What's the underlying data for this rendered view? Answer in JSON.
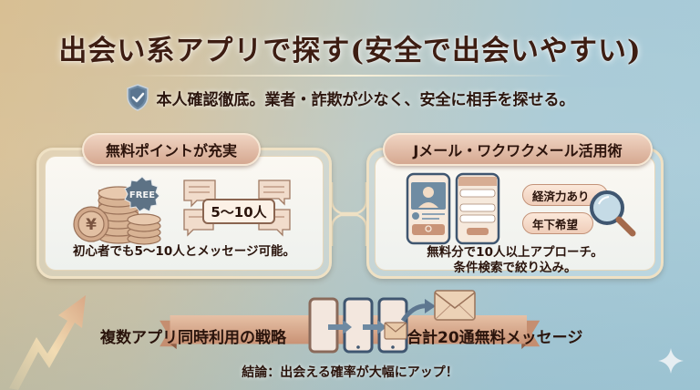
{
  "header": {
    "title": "出会い系アプリで探す(安全で出会いやすい)",
    "subtitle": "本人確認徹底。業者・詐欺が少なく、安全に相手を探せる。",
    "subtitle_icon": "shield-check-icon"
  },
  "panels": [
    {
      "heading": "無料ポイントが充実",
      "badge": "FREE",
      "coin_symbol": "¥",
      "bubble_label": "5〜10人",
      "caption": "初心者でも5〜10人とメッセージ可能。",
      "icons": [
        "coin-stack-icon",
        "free-badge-icon",
        "chat-bubbles-icon"
      ]
    },
    {
      "heading": "Jメール・ワクワクメール活用術",
      "tags": [
        "経済力あり",
        "年下希望"
      ],
      "caption_line1": "無料分で10人以上アプローチ。",
      "caption_line2": "条件検索で絞り込み。",
      "icons": [
        "phone-profile-icon",
        "phone-search-icon",
        "magnifier-icon"
      ]
    }
  ],
  "strategy": {
    "left_label": "複数アプリ同時利用の戦略",
    "right_label": "合計20通無料メッセージ",
    "icons": [
      "phone-icon",
      "arrow-right-icon",
      "envelope-icon",
      "growth-arrow-icon",
      "sparkle-icon"
    ]
  },
  "conclusion": "結論：出会える確率が大幅にアップ！",
  "colors": {
    "bg_left": "#d8bf93",
    "bg_right": "#a7cbd9",
    "pill": "#d5a891",
    "ribbon": "#d6a98d",
    "text_dark": "#2a140c",
    "shield": "#5a7590"
  }
}
